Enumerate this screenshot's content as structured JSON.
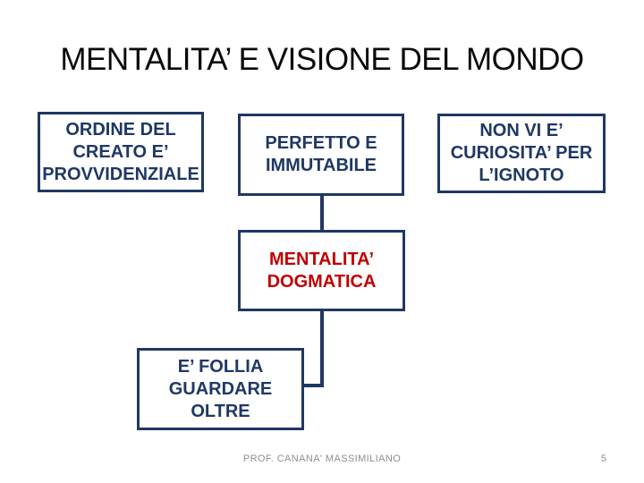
{
  "slide": {
    "title": "MENTALITA’ E VISIONE DEL MONDO",
    "diagram": {
      "boxes": [
        {
          "id": "ordine-del-creato",
          "lines": [
            "ORDINE DEL",
            "CREATO E’",
            "PROVVIDENZIALE"
          ]
        },
        {
          "id": "perfetto-immutabile",
          "lines": [
            "PERFETTO E",
            "IMMUTABILE"
          ]
        },
        {
          "id": "non-vi-curiosita",
          "lines": [
            "NON VI E’",
            "CURIOSITA’ PER",
            "L’IGNOTO"
          ]
        },
        {
          "id": "mentalita-dogmatica",
          "lines": [
            "MENTALITA’",
            "DOGMATICA"
          ]
        },
        {
          "id": "e-follia-guardare-oltre",
          "lines": [
            "E’ FOLLIA",
            "GUARDARE",
            "OLTRE"
          ]
        }
      ],
      "connections": [
        "perfetto-immutabile -> mentalita-dogmatica",
        "mentalita-dogmatica -> e-follia-guardare-oltre"
      ]
    },
    "footer": {
      "author": "PROF. CANANA' MASSIMILIANO",
      "slide_number": "5"
    },
    "colors": {
      "navy": "#1f3864",
      "red": "#c00000",
      "title_black": "#0a0a0a",
      "footer_gray": "#8f8f8f",
      "background": "#ffffff"
    }
  }
}
